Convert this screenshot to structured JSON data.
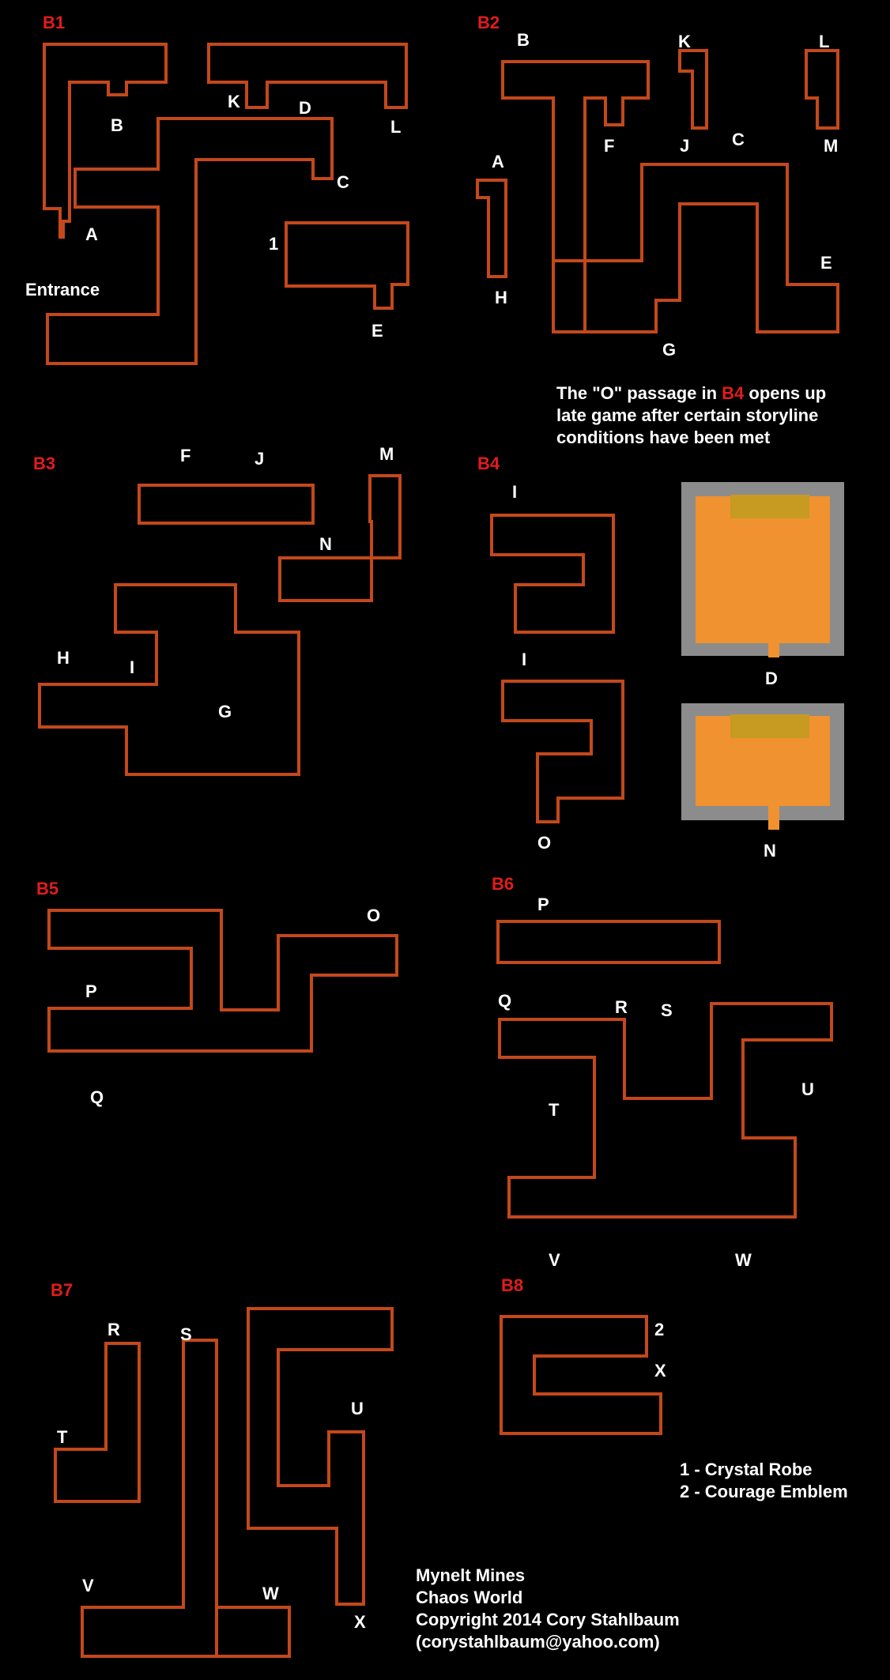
{
  "floors": {
    "b1": {
      "label": "B1",
      "markers": {
        "a": "A",
        "b": "B",
        "k": "K",
        "d": "D",
        "c": "C",
        "l": "L",
        "one": "1",
        "e": "E",
        "entrance": "Entrance"
      }
    },
    "b2": {
      "label": "B2",
      "markers": {
        "b": "B",
        "k": "K",
        "l": "L",
        "f": "F",
        "j": "J",
        "c": "C",
        "m": "M",
        "a": "A",
        "h": "H",
        "e": "E",
        "g": "G"
      }
    },
    "b3": {
      "label": "B3",
      "markers": {
        "f": "F",
        "j": "J",
        "m": "M",
        "n": "N",
        "h": "H",
        "i": "I",
        "g": "G"
      }
    },
    "b4": {
      "label": "B4",
      "markers": {
        "i1": "I",
        "i2": "I",
        "o": "O",
        "d": "D",
        "n": "N"
      }
    },
    "b5": {
      "label": "B5",
      "markers": {
        "o": "O",
        "p": "P",
        "q": "Q"
      }
    },
    "b6": {
      "label": "B6",
      "markers": {
        "p": "P",
        "q": "Q",
        "r": "R",
        "s": "S",
        "t": "T",
        "u": "U",
        "v": "V",
        "w": "W"
      }
    },
    "b7": {
      "label": "B7",
      "markers": {
        "r": "R",
        "s": "S",
        "t": "T",
        "u": "U",
        "v": "V",
        "w": "W",
        "x": "X"
      }
    },
    "b8": {
      "label": "B8",
      "markers": {
        "two": "2",
        "x": "X"
      }
    }
  },
  "note": {
    "line1_pre": "The \"O\" passage in ",
    "line1_hl": "B4",
    "line1_post": " opens up",
    "line2": "late game after certain storyline",
    "line3": "conditions have been met"
  },
  "legend": {
    "item1": "1 - Crystal Robe",
    "item2": "2 - Courage Emblem"
  },
  "credits": {
    "title": "Mynelt Mines",
    "game": "Chaos World",
    "copyright": "Copyright 2014 Cory Stahlbaum",
    "email": "(corystahlbaum@yahoo.com)"
  },
  "colors": {
    "background": "#000000",
    "floor_label": "#e21c1c",
    "marker_text": "#ffffff",
    "mine_wall": "#c4481b",
    "room_floor": "#f0922f",
    "room_wall": "#8c8c8c"
  }
}
